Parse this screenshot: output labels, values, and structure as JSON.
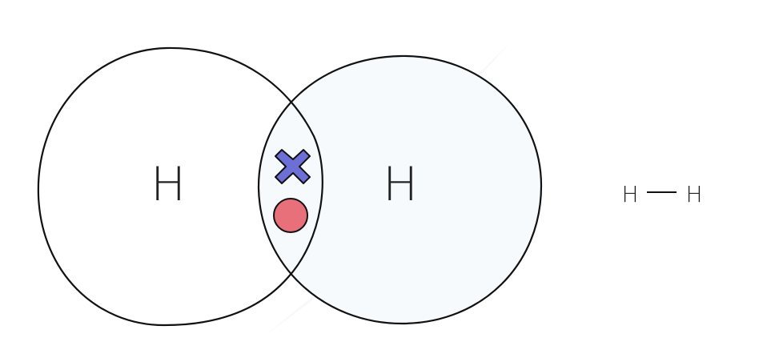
{
  "diagram": {
    "atoms": [
      {
        "symbol": "H"
      },
      {
        "symbol": "H"
      }
    ],
    "shared_pair": {
      "electron_1": {
        "marker": "cross",
        "color": "#6b6fd6"
      },
      "electron_2": {
        "marker": "dot",
        "color": "#e8707a"
      }
    },
    "structural_formula": {
      "left_atom": "H",
      "right_atom": "H"
    },
    "colors": {
      "outline": "#111111",
      "overlap_fill": "#f6fafd",
      "watermark": "#eef3f7"
    }
  }
}
